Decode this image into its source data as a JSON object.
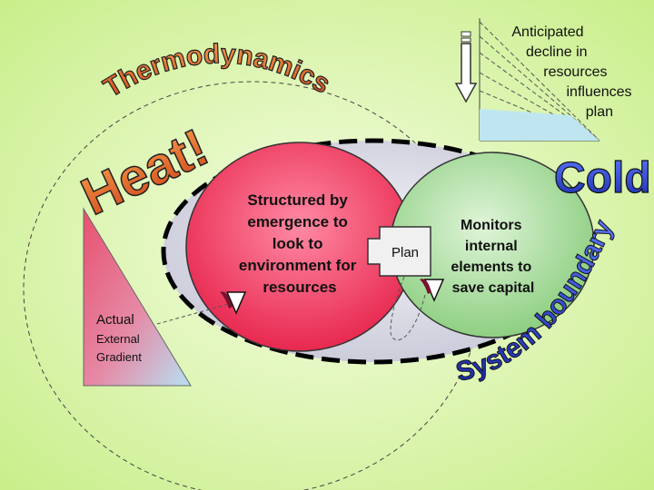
{
  "title_arc": "Thermodynamics",
  "heat_label": "Heat!",
  "cold_label": "Cold",
  "boundary_label": "System boundary",
  "left_circle": {
    "lines": [
      "Structured by",
      "emergence  to",
      "look to",
      "environment for",
      "resources"
    ]
  },
  "plan_label": "Plan",
  "right_circle": {
    "lines": [
      "Monitors",
      "internal",
      "elements to",
      "save capital"
    ]
  },
  "gradient": {
    "lines": [
      "Actual",
      "External",
      "Gradient"
    ]
  },
  "decline_box": {
    "lines": [
      "Anticipated",
      "decline in",
      "resources",
      "influences",
      "plan"
    ]
  },
  "colors": {
    "background_edge": "#c9ee8a",
    "background_center": "#f4fde2",
    "system_fill": "#d9d9e6",
    "left_circle_fill": "#f0466a",
    "right_circle_fill": "#a2dc98",
    "gradient_fill": "#e0688a",
    "gradient_end": "#bfe3f2",
    "wordart_fill": "#e06a2a",
    "cold_fill": "#1f3fcf"
  },
  "icons": [
    "down-arrow-icon",
    "lever-icon"
  ]
}
